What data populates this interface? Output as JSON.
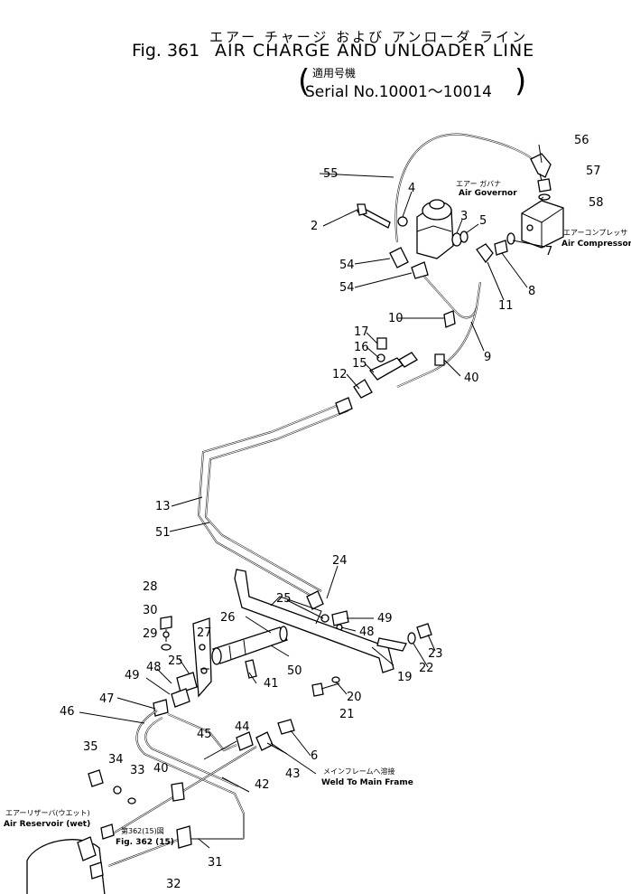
{
  "title": {
    "jp": "エアー チャージ および アンローダ ライン",
    "fig": "Fig. 361",
    "en": "AIR CHARGE AND UNLOADER LINE",
    "serial_jp": "適用号機",
    "serial": "Serial No.10001～10014",
    "paren_left": "(",
    "paren_right": ")"
  },
  "labels": {
    "air_governor_jp": "エアー ガバナ",
    "air_governor": "Air Governor",
    "air_compressor_jp": "エアーコンプレッサ",
    "air_compressor": "Air Compressor",
    "weld_jp": "メインフレームへ溶接",
    "weld": "Weld To Main Frame",
    "reservoir_jp": "エアーリザーバ(ウエット)",
    "reservoir": "Air Reservoir (wet)",
    "ref_jp": "第362(15)図",
    "ref": "Fig. 362 (15)"
  },
  "parts": [
    "56",
    "55",
    "57",
    "58",
    "4",
    "2",
    "3",
    "5",
    "54",
    "54",
    "7",
    "8",
    "11",
    "10",
    "9",
    "17",
    "16",
    "15",
    "12",
    "40",
    "13",
    "51",
    "24",
    "28",
    "25",
    "30",
    "49",
    "48",
    "29",
    "27",
    "26",
    "23",
    "22",
    "25",
    "49",
    "48",
    "50",
    "41",
    "19",
    "47",
    "20",
    "46",
    "44",
    "21",
    "45",
    "6",
    "35",
    "34",
    "33",
    "40",
    "42",
    "43",
    "31",
    "32"
  ]
}
